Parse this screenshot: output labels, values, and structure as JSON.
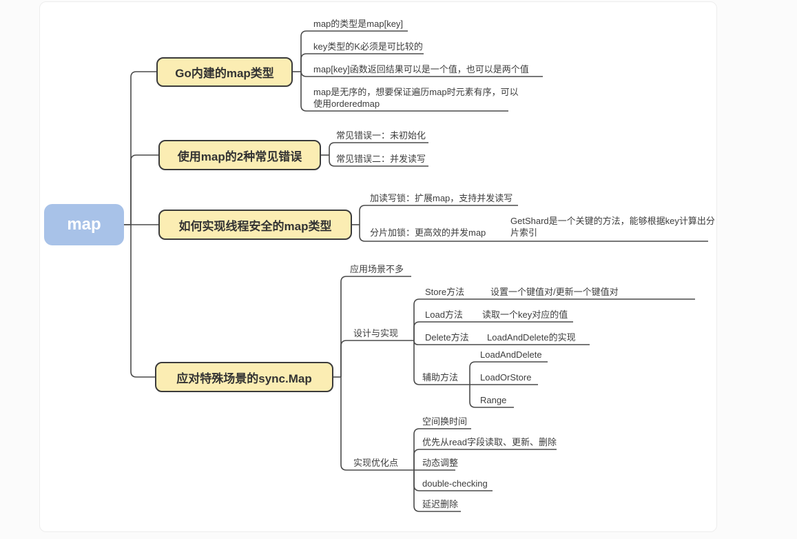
{
  "root": {
    "label": "map"
  },
  "branches": [
    {
      "label": "Go内建的map类型",
      "children": [
        {
          "label": "map的类型是map[key]"
        },
        {
          "label": "key类型的K必须是可比较的"
        },
        {
          "label": "map[key]函数返回结果可以是一个值，也可以是两个值"
        },
        {
          "label": "map是无序的，想要保证遍历map时元素有序，可以使用orderedmap"
        }
      ]
    },
    {
      "label": "使用map的2种常见错误",
      "children": [
        {
          "label": "常见错误一：未初始化"
        },
        {
          "label": "常见错误二：并发读写"
        }
      ]
    },
    {
      "label": "如何实现线程安全的map类型",
      "children": [
        {
          "label": "加读写锁：扩展map，支持并发读写"
        },
        {
          "label": "分片加锁：更高效的并发map",
          "children": [
            {
              "label": "GetShard是一个关键的方法，能够根据key计算出分片索引"
            }
          ]
        }
      ]
    },
    {
      "label": "应对特殊场景的sync.Map",
      "children": [
        {
          "label": "应用场景不多"
        },
        {
          "label": "设计与实现",
          "children": [
            {
              "label": "Store方法",
              "children": [
                {
                  "label": "设置一个键值对/更新一个键值对"
                }
              ]
            },
            {
              "label": "Load方法",
              "children": [
                {
                  "label": "读取一个key对应的值"
                }
              ]
            },
            {
              "label": "Delete方法",
              "children": [
                {
                  "label": "LoadAndDelete的实现"
                }
              ]
            },
            {
              "label": "辅助方法",
              "children": [
                {
                  "label": "LoadAndDelete"
                },
                {
                  "label": "LoadOrStore"
                },
                {
                  "label": "Range"
                }
              ]
            }
          ]
        },
        {
          "label": "实现优化点",
          "children": [
            {
              "label": "空间换时间"
            },
            {
              "label": "优先从read字段读取、更新、删除"
            },
            {
              "label": "动态调整"
            },
            {
              "label": "double-checking"
            },
            {
              "label": "延迟删除"
            }
          ]
        }
      ]
    }
  ],
  "colors": {
    "root_fill": "#a8c2e8",
    "root_text": "#ffffff",
    "branch_fill": "#fbedb3",
    "branch_border": "#3b3b3b",
    "branch_text": "#333333",
    "leaf_text": "#3d3d3d",
    "connector_line": "#4a4a4a",
    "canvas_background": "#ffffff"
  }
}
